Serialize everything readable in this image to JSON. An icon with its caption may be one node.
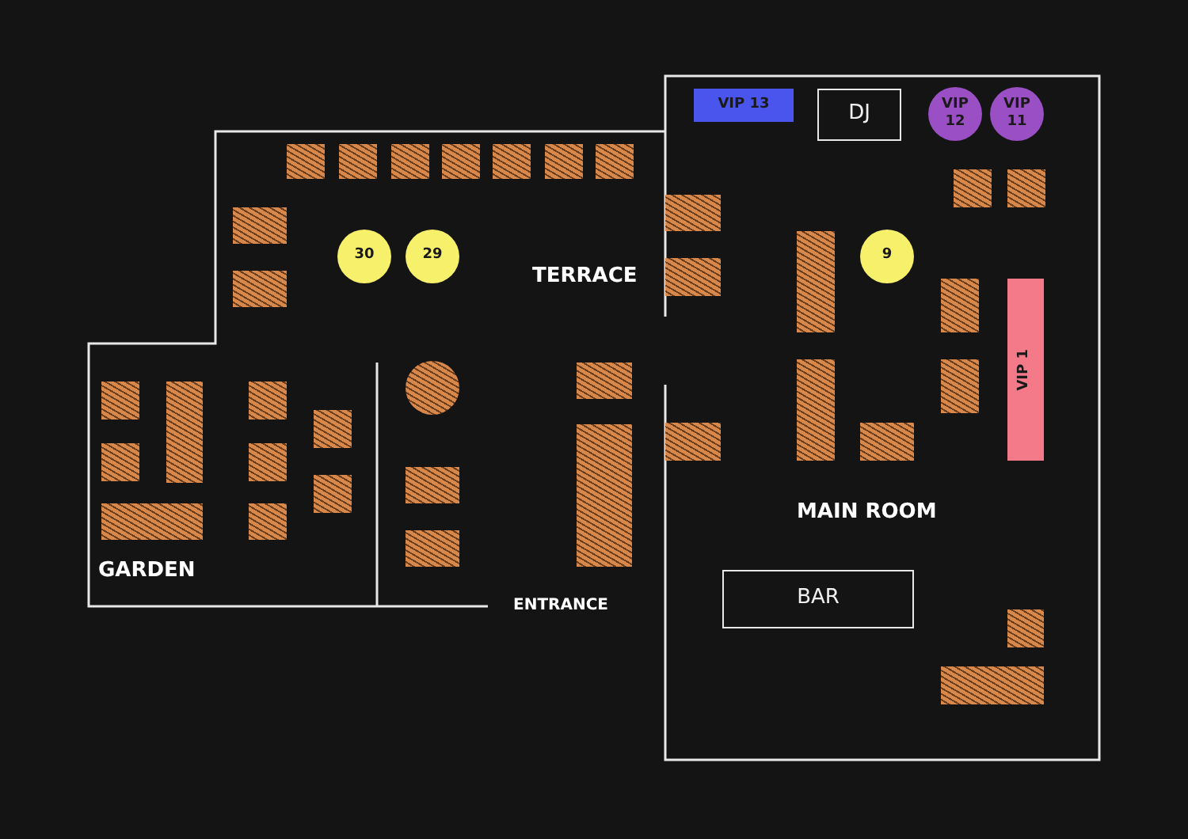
{
  "diagram": {
    "nodes": [
      {
        "text": [
          "VIP 13"
        ]
      },
      {
        "text": [
          "DJ"
        ]
      },
      {
        "text": [
          "VIP 12"
        ]
      },
      {
        "text": [
          "VIP 11"
        ]
      },
      {
        "text": [],
        "shape": "box"
      },
      {
        "text": [],
        "shape": "box"
      },
      {
        "text": [],
        "shape": "box"
      },
      {
        "text": [],
        "shape": "box"
      },
      {
        "text": [],
        "shape": "box"
      },
      {
        "text": [],
        "shape": "box"
      },
      {
        "text": [],
        "shape": "box"
      },
      {
        "text": [],
        "shape": "box"
      },
      {
        "text": [],
        "shape": "box"
      },
      {
        "text": [],
        "shape": "box"
      },
      {
        "text": [],
        "shape": "box"
      },
      {
        "text": [],
        "shape": "box"
      },
      {
        "text": [
          "30"
        ]
      },
      {
        "text": [
          "29"
        ]
      },
      {
        "text": [
          "9"
        ]
      },
      {
        "text": [],
        "shape": "box"
      },
      {
        "text": [],
        "shape": "box"
      },
      {
        "text": [],
        "shape": "box"
      },
      {
        "text": [
          "VIP 1"
        ]
      },
      {
        "text": [],
        "shape": "box"
      },
      {
        "text": [],
        "shape": "box"
      },
      {
        "text": [],
        "shape": "box"
      },
      {
        "text": [],
        "shape": "circle"
      },
      {
        "text": [],
        "shape": "box"
      },
      {
        "text": [],
        "shape": "box"
      },
      {
        "text": [],
        "shape": "box"
      },
      {
        "text": [],
        "shape": "box"
      },
      {
        "text": [],
        "shape": "box"
      },
      {
        "text": [],
        "shape": "box"
      },
      {
        "text": [],
        "shape": "box"
      },
      {
        "text": [],
        "shape": "box"
      },
      {
        "text": [],
        "shape": "box"
      },
      {
        "text": [],
        "shape": "box"
      },
      {
        "text": [],
        "shape": "box"
      },
      {
        "text": [],
        "shape": "box"
      },
      {
        "text": [],
        "shape": "box"
      },
      {
        "text": [],
        "shape": "box"
      },
      {
        "text": [
          "BAR"
        ]
      },
      {
        "text": [],
        "shape": "box"
      },
      {
        "text": [],
        "shape": "box"
      }
    ],
    "edges": [],
    "labels": [
      "TERRACE",
      "MAIN ROOM",
      "GARDEN",
      "ENTRANCE"
    ]
  }
}
